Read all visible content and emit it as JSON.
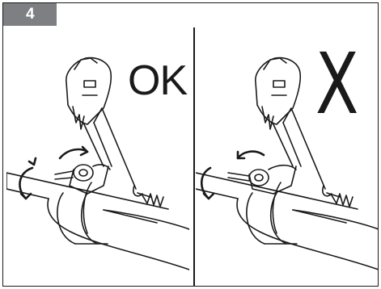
{
  "step": {
    "number": "4"
  },
  "panels": [
    {
      "verdict": "OK",
      "verdict_kind": "correct"
    },
    {
      "verdict": "X",
      "verdict_kind": "incorrect"
    }
  ],
  "colors": {
    "badge_background": "#7d7f82",
    "badge_text": "#ffffff",
    "line_art": "#1a1a1a"
  }
}
